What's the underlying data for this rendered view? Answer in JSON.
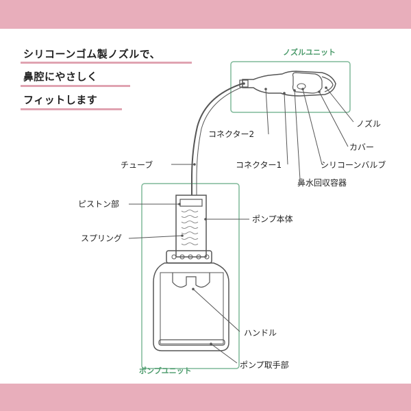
{
  "headline": {
    "line1": "シリコーンゴム製ノズルで、",
    "line2": "鼻腔にやさしく",
    "line3": "フィットします"
  },
  "units": {
    "nozzle_unit": "ノズルユニット",
    "pump_unit": "ポンプユニット"
  },
  "labels": {
    "nozzle": "ノズル",
    "cover": "カバー",
    "silicone_valve": "シリコーンバルブ",
    "collector": "鼻水回収容器",
    "connector1": "コネクター1",
    "connector2": "コネクター2",
    "tube": "チューブ",
    "piston": "ピストン部",
    "pump_body": "ポンプ本体",
    "spring": "スプリング",
    "handle": "ハンドル",
    "pump_grip": "ポンプ取手部"
  },
  "colors": {
    "band": "#e8aebb",
    "unit_frame": "#7fb899",
    "unit_text": "#4a9a6a",
    "line": "#555555"
  }
}
